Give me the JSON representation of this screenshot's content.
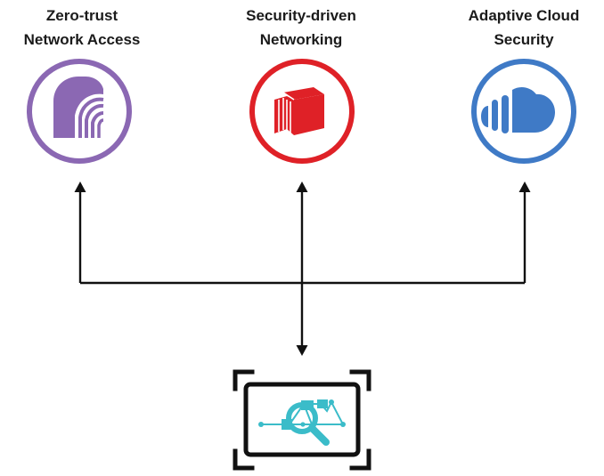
{
  "nodes": [
    {
      "id": "ztna",
      "label_lines": [
        "Zero-trust",
        "Network Access"
      ],
      "color": "#8b68b3",
      "icon": "gateway-arch-icon"
    },
    {
      "id": "sdn",
      "label_lines": [
        "Security-driven",
        "Networking"
      ],
      "color": "#df2127",
      "icon": "cube-icon"
    },
    {
      "id": "acs",
      "label_lines": [
        "Adaptive Cloud",
        "Security"
      ],
      "color": "#3f7ac6",
      "icon": "cloud-icon"
    }
  ],
  "center": {
    "icon": "network-analysis-monitor-icon",
    "frame_color": "#111111",
    "accent_color": "#3bbcc9"
  },
  "connector_color": "#111111"
}
